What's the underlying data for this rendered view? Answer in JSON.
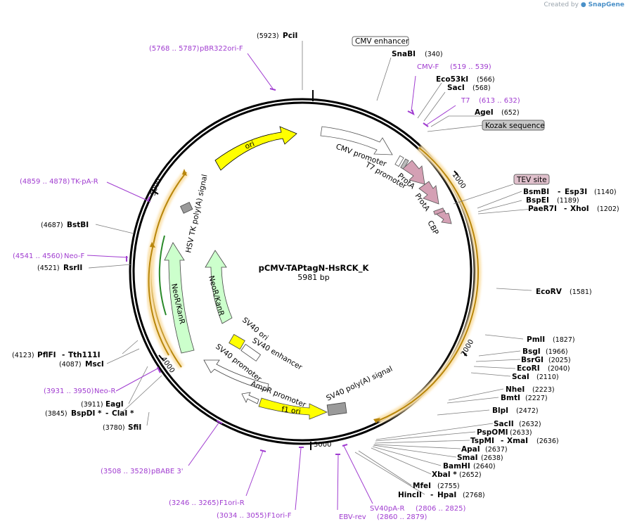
{
  "brand": {
    "prefix": "Created by",
    "name": "SnapGene"
  },
  "map": {
    "name": "pCMV-TAPtagN-HsRCK_K",
    "size": "5981 bp"
  },
  "ticks": [
    "1000",
    "2000",
    "3000",
    "4000",
    "5000"
  ],
  "features": {
    "cmv_promoter": "CMV promoter",
    "t7_promoter": "T7 promoter",
    "prota1": "ProtA",
    "prota2": "ProtA",
    "cbp": "CBP",
    "ori": "ori",
    "hsv": "HSV TK poly(A) signal",
    "neo1": "NeoR/KanR",
    "neo2": "NeoR/KanR",
    "sv40_ori": "SV40 ori",
    "sv40_enh": "SV40 enhancer",
    "sv40_prom": "SV40 promoter",
    "ampr_prom": "AmpR promoter",
    "f1ori": "f1 ori",
    "sv40_polya": "SV40 poly(A) signal"
  },
  "boxed": {
    "cmv_enhancer": "CMV enhancer",
    "kozak": "Kozak sequence",
    "tev": "TEV site"
  },
  "sites": [
    {
      "name": "PciI",
      "pos": "(5923)"
    },
    {
      "name": "SnaBI",
      "pos": "(340)"
    },
    {
      "name": "Eco53kI",
      "pos": "(566)"
    },
    {
      "name": "SacI",
      "pos": "(568)"
    },
    {
      "name": "AgeI",
      "pos": "(652)"
    },
    {
      "name": "BsmBI",
      "sep": "-",
      "name2": "Esp3I",
      "pos": "(1140)"
    },
    {
      "name": "BspEI",
      "pos": "(1189)"
    },
    {
      "name": "PaeR7I",
      "sep": "-",
      "name2": "XhoI",
      "pos": "(1202)"
    },
    {
      "name": "EcoRV",
      "pos": "(1581)"
    },
    {
      "name": "PmlI",
      "pos": "(1827)"
    },
    {
      "name": "BsgI",
      "pos": "(1966)"
    },
    {
      "name": "BsrGI",
      "pos": "(2025)"
    },
    {
      "name": "EcoRI",
      "pos": "(2040)"
    },
    {
      "name": "ScaI",
      "pos": "(2110)"
    },
    {
      "name": "NheI",
      "pos": "(2223)"
    },
    {
      "name": "BmtI",
      "pos": "(2227)"
    },
    {
      "name": "BlpI",
      "pos": "(2472)"
    },
    {
      "name": "SacII",
      "pos": "(2632)"
    },
    {
      "name": "PspOMI",
      "pos": "(2633)"
    },
    {
      "name": "TspMI",
      "sep": "-",
      "name2": "XmaI",
      "pos": "(2636)"
    },
    {
      "name": "ApaI",
      "pos": "(2637)"
    },
    {
      "name": "SmaI",
      "pos": "(2638)"
    },
    {
      "name": "BamHI",
      "pos": "(2640)"
    },
    {
      "name": "XbaI *",
      "pos": "(2652)"
    },
    {
      "name": "MfeI",
      "pos": "(2755)"
    },
    {
      "name": "HincII",
      "sep": "-",
      "name2": "HpaI",
      "pos": "(2768)"
    },
    {
      "name": "SfiI",
      "pos": "(3780)"
    },
    {
      "name": "BspDI *",
      "sep": "-",
      "name2": "ClaI *",
      "pos": "(3845)"
    },
    {
      "name": "EagI",
      "pos": "(3911)"
    },
    {
      "name": "MscI",
      "pos": "(4087)"
    },
    {
      "name": "PflFI",
      "sep": "-",
      "name2": "Tth111I",
      "pos": "(4123)"
    },
    {
      "name": "RsrII",
      "pos": "(4521)"
    },
    {
      "name": "BstBI",
      "pos": "(4687)"
    }
  ],
  "primers": [
    {
      "range": "(5768 .. 5787)",
      "name": "pBR322ori-F"
    },
    {
      "name": "CMV-F",
      "range": "(519 .. 539)"
    },
    {
      "name": "T7",
      "range": "(613 .. 632)"
    },
    {
      "range": "(4859 .. 4878)",
      "name": "TK-pA-R"
    },
    {
      "range": "(4541 .. 4560)",
      "name": "Neo-F"
    },
    {
      "range": "(3931 .. 3950)",
      "name": "Neo-R"
    },
    {
      "range": "(3508 .. 3528)",
      "name": "pBABE 3'"
    },
    {
      "range": "(3246 .. 3265)",
      "name": "F1ori-R"
    },
    {
      "range": "(3034 .. 3055)",
      "name": "F1ori-F"
    },
    {
      "name": "EBV-rev"
    },
    {
      "name": "SV40pA-R",
      "range": "(2806 .. 2825)"
    },
    {
      "range": "(2860 .. 2879)"
    }
  ],
  "colors": {
    "backbone": "#000000",
    "ori_fill": "#ffff00",
    "neo_fill": "#ccffcc",
    "prota_fill": "#d4a0b4",
    "orf_orange": "#b8860b",
    "orf_glow": "#fbe3b0",
    "primer": "#a03cd0",
    "grey_box": "#9a9a9a"
  }
}
